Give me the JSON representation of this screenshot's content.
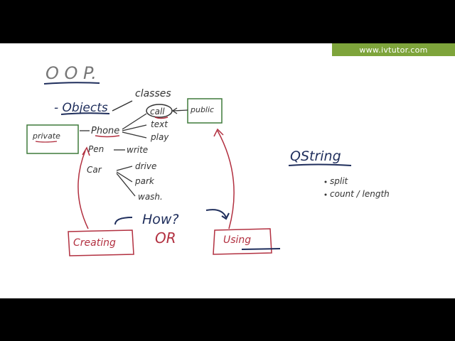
{
  "watermark": "www.ivtutor.com",
  "title": "O O P.",
  "objects_label": "- Objects",
  "classes_label": "classes",
  "call_label": "call",
  "text_label": "text",
  "play_label": "play",
  "public_label": "public",
  "private_label": "private",
  "phone_label": "Phone",
  "pen_label": "Pen",
  "write_label": "write",
  "car_label": "Car",
  "drive_label": "drive",
  "park_label": "park",
  "wash_label": "wash.",
  "how_label": "How?",
  "or_label": "OR",
  "creating_label": "Creating",
  "using_label": "Using",
  "qstring_label": "QString",
  "split_label": "split",
  "count_label": "count / length",
  "colors": {
    "ink_gray": "#5a5a5a",
    "ink_blue": "#1f2e5c",
    "ink_red": "#b23040",
    "ink_green": "#3f7a3a",
    "watermark_bg": "#7ea43b"
  }
}
